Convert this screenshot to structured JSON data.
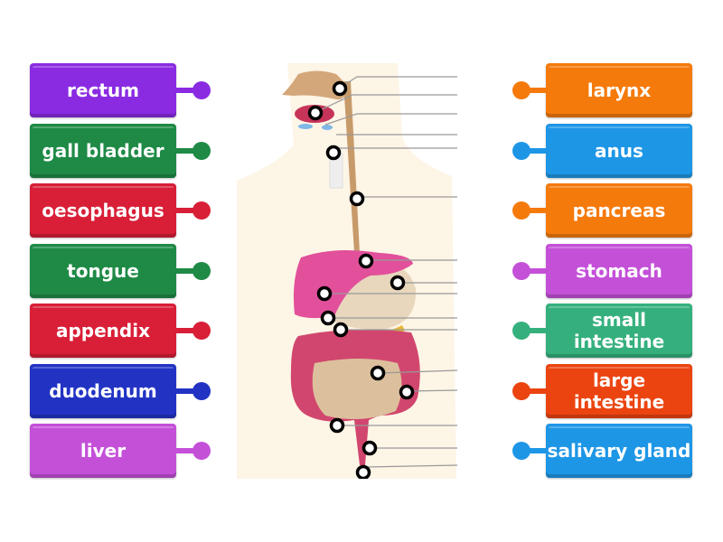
{
  "left_labels": [
    {
      "label": "rectum",
      "color": "#8a2be2"
    },
    {
      "label": "gall bladder",
      "color": "#1e8a46"
    },
    {
      "label": "oesophagus",
      "color": "#d81f37"
    },
    {
      "label": "tongue",
      "color": "#1e8a46"
    },
    {
      "label": "appendix",
      "color": "#d81f37"
    },
    {
      "label": "duodenum",
      "color": "#2233c4"
    },
    {
      "label": "liver",
      "color": "#c450d8"
    }
  ],
  "right_labels": [
    {
      "label": "larynx",
      "color": "#f57a0c"
    },
    {
      "label": "anus",
      "color": "#1e96e6"
    },
    {
      "label": "pancreas",
      "color": "#f57a0c"
    },
    {
      "label": "stomach",
      "color": "#c450d8"
    },
    {
      "label": "small intestine",
      "color": "#35b07d"
    },
    {
      "label": "large intestine",
      "color": "#eb4410"
    },
    {
      "label": "salivary gland",
      "color": "#1e96e6"
    }
  ],
  "diagram": {
    "hotspot_count": 14
  }
}
